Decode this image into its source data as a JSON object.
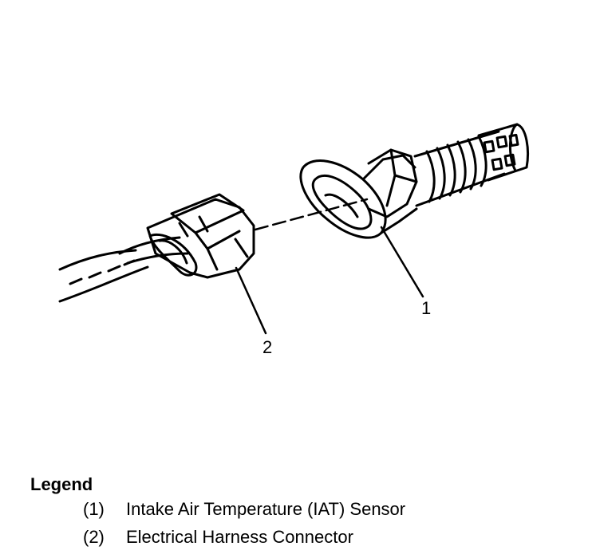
{
  "callouts": {
    "sensor_number": "1",
    "connector_number": "2"
  },
  "legend": {
    "title": "Legend",
    "items": [
      {
        "number": "(1)",
        "label": "Intake Air Temperature (IAT) Sensor"
      },
      {
        "number": "(2)",
        "label": "Electrical Harness Connector"
      }
    ]
  }
}
